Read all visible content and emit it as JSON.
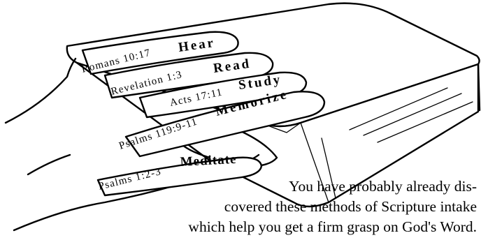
{
  "steps": [
    {
      "reference": "Romans 10:17",
      "method": "Hear"
    },
    {
      "reference": "Revelation 1:3",
      "method": "Read"
    },
    {
      "reference": "Acts 17:11",
      "method": "Study"
    },
    {
      "reference": "Psalms 119:9-11",
      "method": "Memorize"
    },
    {
      "reference": "Psalms 1:2-3",
      "method": "Meditate"
    }
  ],
  "caption": {
    "line1": "You have probably already dis-",
    "line2": "covered these methods of  Scripture intake",
    "line3": "which help you get a firm grasp on God's Word."
  }
}
